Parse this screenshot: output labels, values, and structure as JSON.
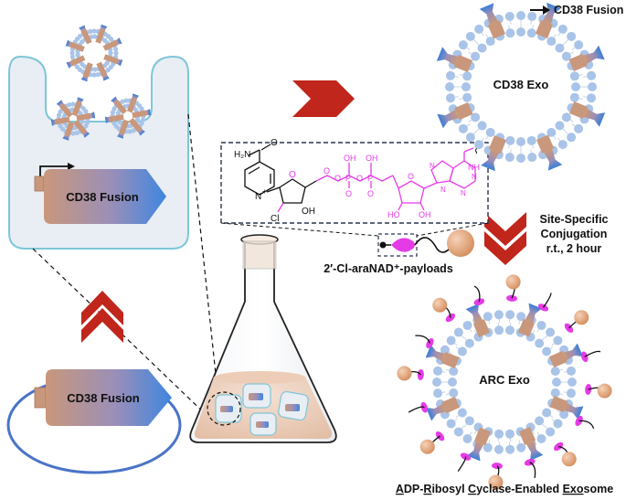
{
  "labels": {
    "cd38_fusion_cell": "CD38 Fusion",
    "cd38_fusion_plasmid": "CD38 Fusion",
    "cd38_fusion_legend": "CD38 Fusion",
    "cd38_exo": "CD38 Exo",
    "arc_exo": "ARC Exo",
    "payloads": "2′-Cl-araNAD⁺-payloads",
    "conjugation_line1": "Site-Specific",
    "conjugation_line2": "Conjugation",
    "conjugation_line3": "r.t., 2 hour",
    "acronym": {
      "a_cap": "A",
      "a_rest": "DP-",
      "r_cap": "R",
      "r_rest": "ibosyl ",
      "c_cap": "C",
      "c_rest": "yclase-Enabled ",
      "e_cap": "Exo",
      "e_rest": "some"
    }
  },
  "chemistry": {
    "amide": "H₂N",
    "amide_o": "O",
    "pyridinium_n": "N",
    "plus": "+",
    "cl": "Cl",
    "oh_sugar1": "OH",
    "o_ring1": "O",
    "o_link1": "O",
    "o_link2": "O",
    "o_link3": "O",
    "p1": "P",
    "p2": "P",
    "p1_oh": "OH",
    "p2_oh": "OH",
    "p1_o": "O",
    "p2_o": "O",
    "o_ring2": "O",
    "oh_sugar2a": "HO",
    "oh_sugar2b": "OH",
    "adenine_nh": "NH",
    "adenine_n1": "N",
    "adenine_n2": "N",
    "adenine_n3": "N",
    "adenine_n4": "N",
    "squiggle": "⌇"
  },
  "colors": {
    "cell_fill": "#e8eef4",
    "cell_stroke": "#7fc6d8",
    "lipid_head": "#a9c4e8",
    "lipid_tail": "#c8d4e4",
    "cd38_tan": "#c9977b",
    "cd38_blue": "#3b7fd6",
    "chevron_red": "#c0261b",
    "magenta": "#e53be6",
    "payload_orange": "#e3a37a",
    "plasmid_ring": "#4a74c9"
  }
}
